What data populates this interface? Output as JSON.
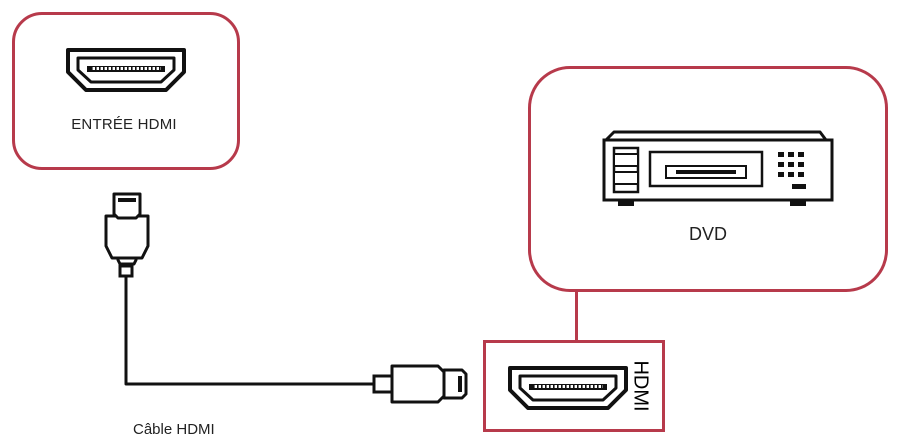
{
  "diagram": {
    "input_panel": {
      "label": "ENTRÉE HDMI"
    },
    "device_panel": {
      "label": "DVD"
    },
    "port_panel": {
      "label": "HDMI"
    },
    "cable": {
      "label": "Câble HDMI"
    },
    "colors": {
      "accent": "#b73a4b",
      "line": "#111111",
      "text": "#222222"
    },
    "icons": {
      "input_port": "hdmi-port-icon",
      "device": "dvd-player-icon",
      "output_port": "hdmi-port-icon",
      "cable_end_top": "hdmi-plug-icon",
      "cable_end_bottom": "hdmi-plug-icon"
    }
  }
}
